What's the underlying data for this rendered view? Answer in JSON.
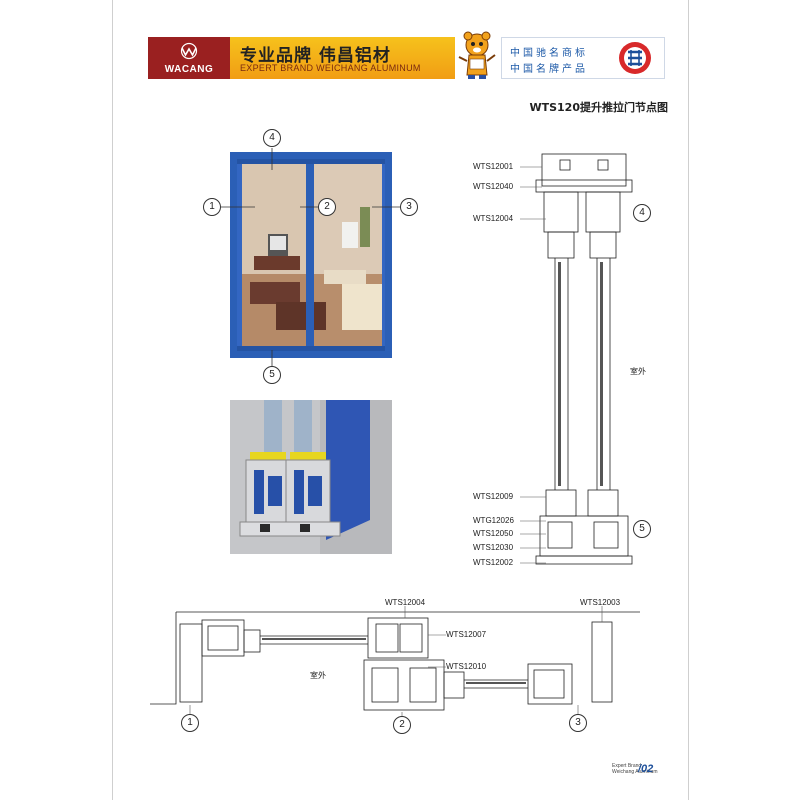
{
  "banner": {
    "logo_text": "WACANG",
    "slogan_cn": "专业品牌  伟昌铝材",
    "slogan_en": "EXPERT BRAND WEICHANG ALUMINUM",
    "brand_line1": "中国驰名商标",
    "brand_line2": "中国名牌产品",
    "colors": {
      "logo_bg": "#9a2020",
      "slogan_bg": "#f4b01a",
      "brand_text": "#1d5aa8"
    }
  },
  "page_title": "WTS120提升推拉门节点图",
  "callouts": {
    "photo": [
      "4",
      "1",
      "2",
      "3",
      "5"
    ],
    "vertical": [
      "4",
      "5"
    ],
    "horizontal": [
      "1",
      "2",
      "3"
    ]
  },
  "vertical_labels": [
    "WTS12001",
    "WTS12040",
    "WTS12004",
    "WTS12009",
    "WTG12026",
    "WTS12050",
    "WTS12030",
    "WTS12002"
  ],
  "vertical_side_text": "室外",
  "horizontal_labels": {
    "top_left": "WTS12004",
    "top_right": "WTS12003",
    "mid1": "WTS12007",
    "mid2": "WTS12010",
    "side_text": "室外"
  },
  "footer": {
    "line1": "Expert Brand",
    "line2": "Weichang Aluminum",
    "page_number": "/02"
  }
}
